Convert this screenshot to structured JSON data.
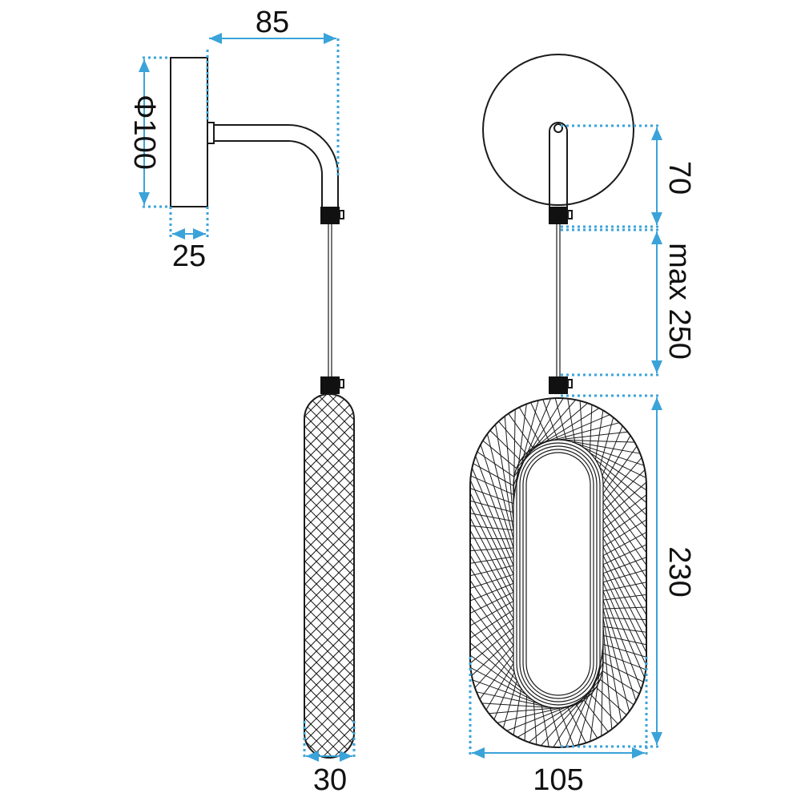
{
  "colors": {
    "dimension": "#3aa3d9",
    "outline": "#1a1a1a",
    "background": "#ffffff"
  },
  "dimensions": {
    "arm_reach": "85",
    "plate_diameter": "Φ100",
    "plate_depth": "25",
    "shade_width_side": "30",
    "stem_height": "70",
    "cord_length": "max 250",
    "shade_height": "230",
    "shade_width_front": "105"
  }
}
